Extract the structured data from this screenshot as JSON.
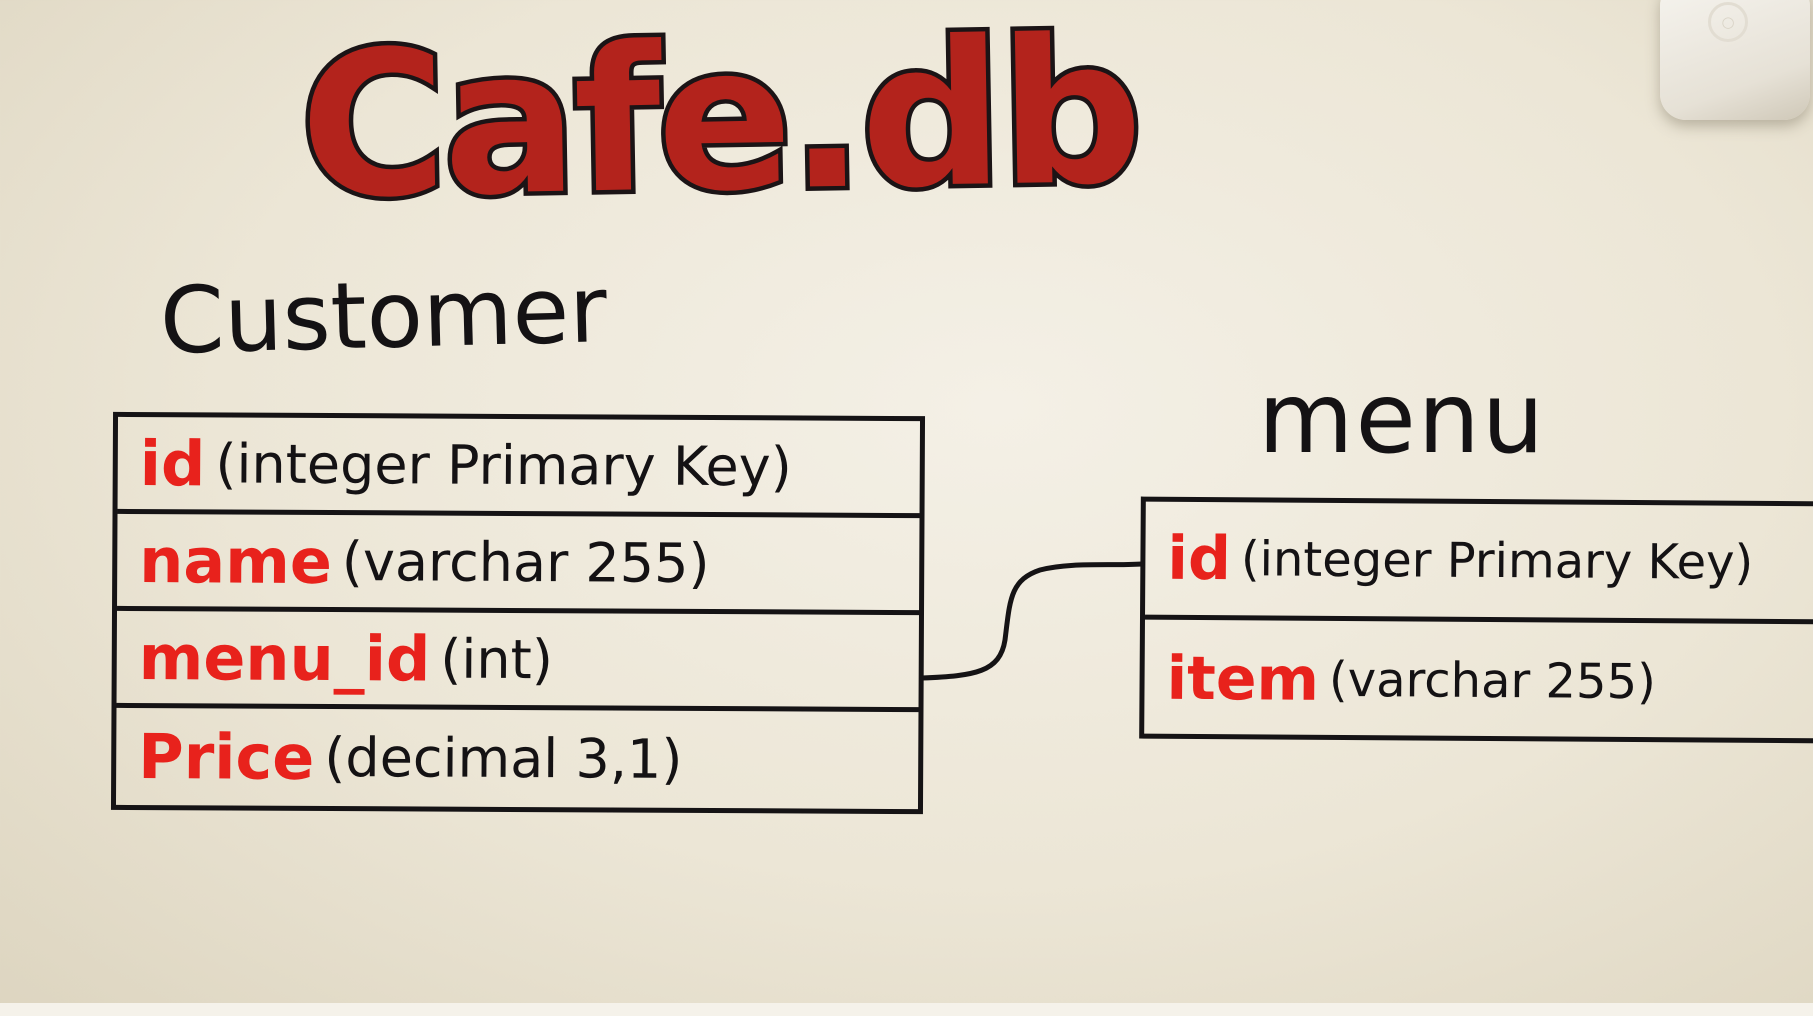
{
  "title": "Cafe.db",
  "tables": {
    "customer": {
      "name": "Customer",
      "rows": [
        {
          "field": "id",
          "type": "(integer Primary Key)"
        },
        {
          "field": "name",
          "type": "(varchar 255)"
        },
        {
          "field": "menu_id",
          "type": "(int)"
        },
        {
          "field": "Price",
          "type": "(decimal 3,1)"
        }
      ]
    },
    "menu": {
      "name": "menu",
      "rows": [
        {
          "field": "id",
          "type": "(integer Primary Key)"
        },
        {
          "field": "item",
          "type": "(varchar 255)"
        }
      ]
    }
  },
  "relationship": {
    "from": "Customer.menu_id",
    "to": "menu.id"
  },
  "colors": {
    "field": "#e8221c",
    "title_fill": "#b3231c",
    "ink": "#141214",
    "board": "#f0ebdf"
  },
  "icons": {
    "eraser": "whiteboard-eraser-icon"
  }
}
